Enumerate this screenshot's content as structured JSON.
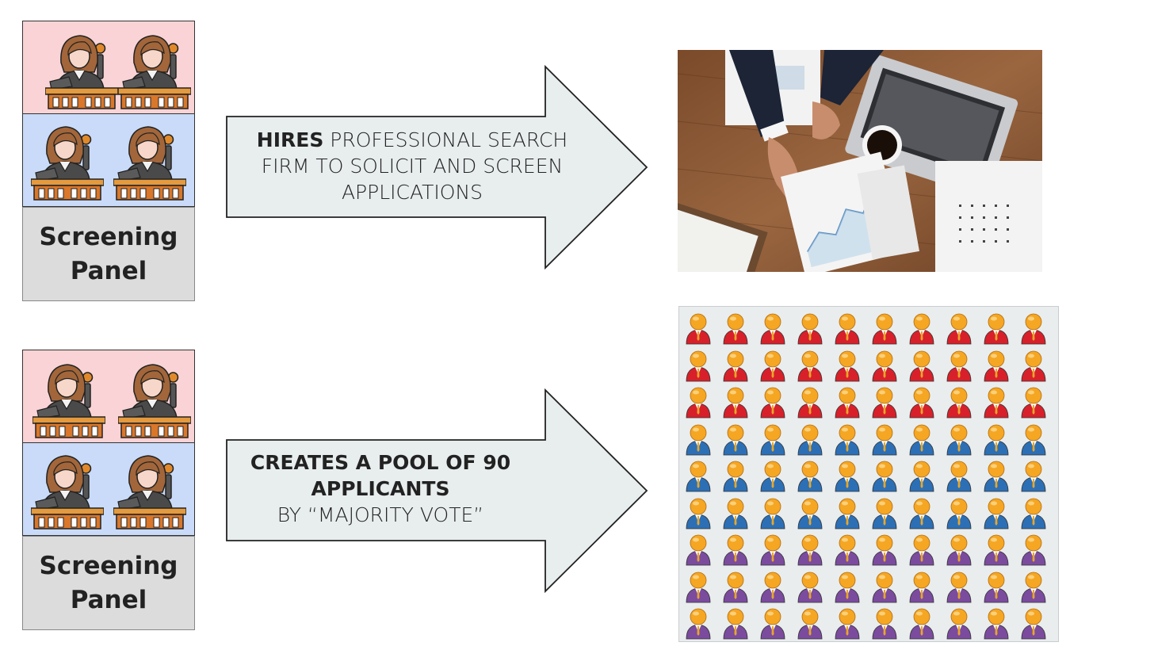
{
  "panels": [
    {
      "label_line1": "Screening",
      "label_line2": "Panel"
    },
    {
      "label_line1": "Screening",
      "label_line2": "Panel"
    }
  ],
  "arrows": [
    {
      "bold": "HIRES",
      "text_line1": " PROFESSIONAL SEARCH",
      "text_line2": "FIRM TO SOLICIT AND SCREEN",
      "text_line3": "APPLICATIONS"
    },
    {
      "bold_line1": "CREATES A POOL OF 90",
      "bold_line2": "APPLICANTS",
      "text_line3": "BY “MAJORITY VOTE”"
    }
  ],
  "photo": {
    "icon": "business-desk-photo"
  },
  "applicant_pool": {
    "count": 90,
    "columns": 10,
    "rows": [
      {
        "color_name": "red",
        "count": 30
      },
      {
        "color_name": "blue",
        "count": 30
      },
      {
        "color_name": "purple",
        "count": 30
      }
    ]
  },
  "colors": {
    "panel_top_bg": "#f9d3d5",
    "panel_mid_bg": "#c9dbf8",
    "panel_label_bg": "#dcdcdc",
    "arrow_fill": "#e8edee",
    "person_head": "#f5a623",
    "person_red": "#d8202a",
    "person_blue": "#2c6fb5",
    "person_purple": "#7b4b9e"
  }
}
